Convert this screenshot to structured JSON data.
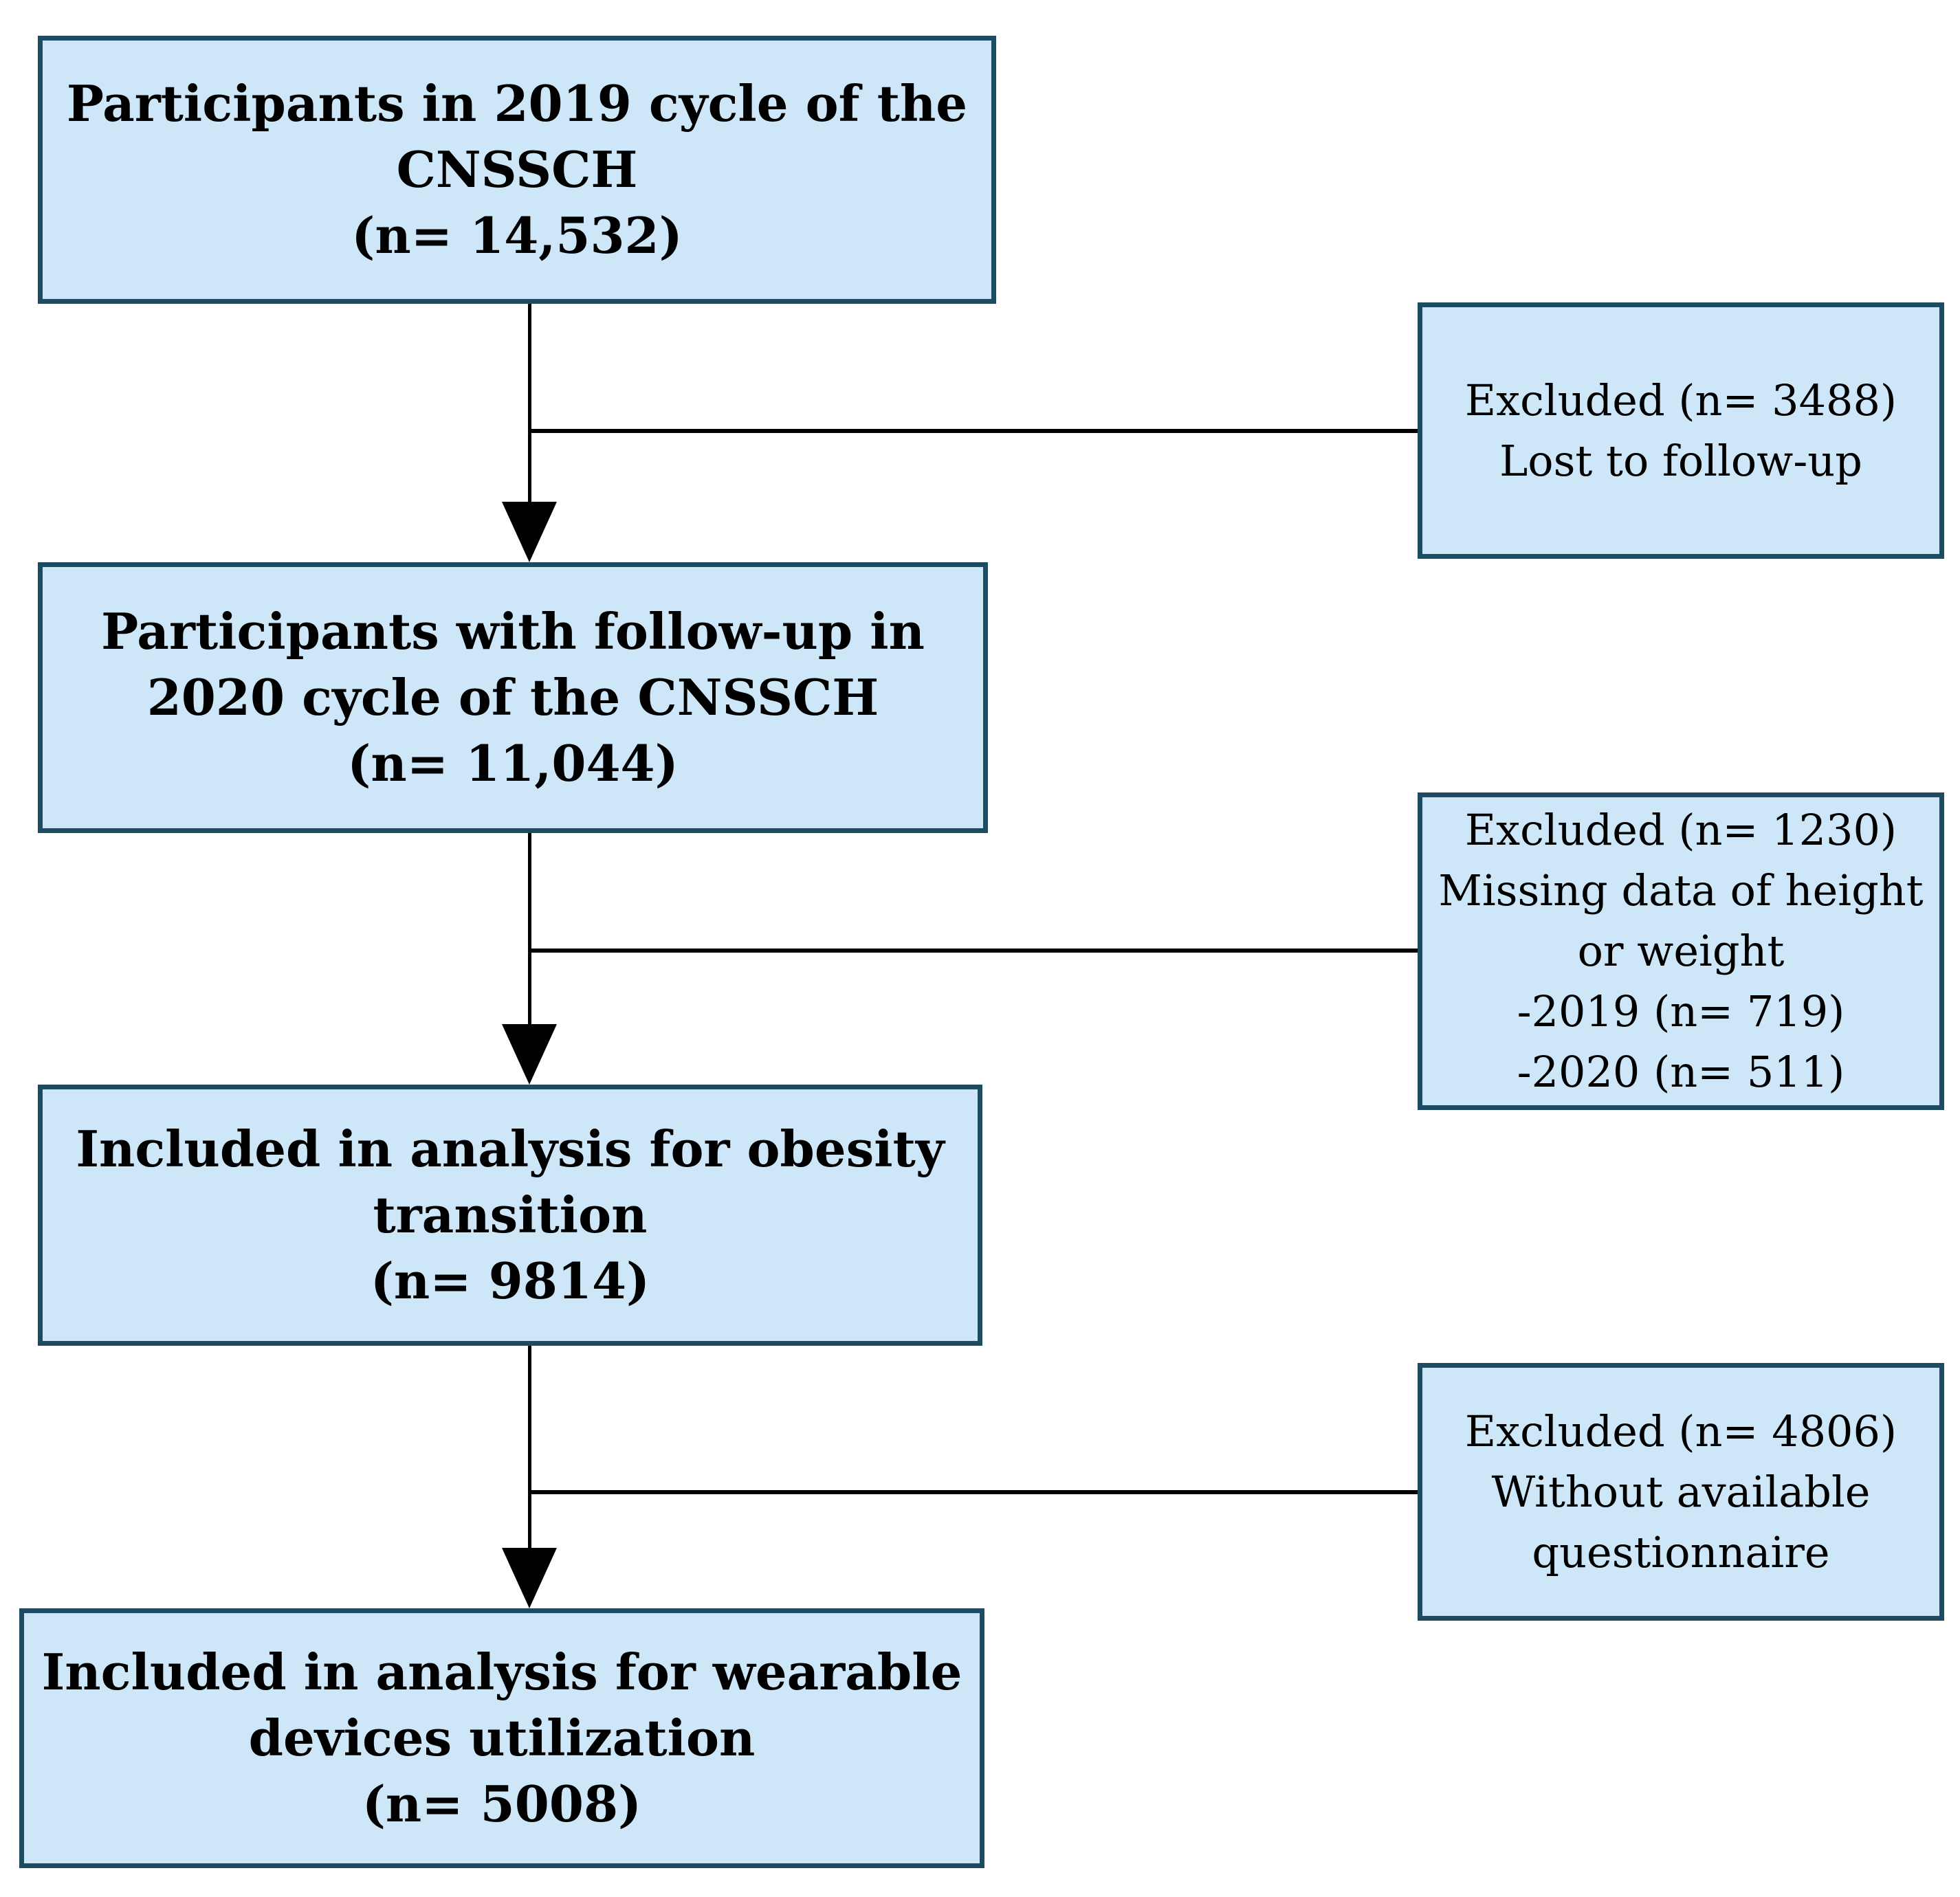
{
  "diagram": {
    "flow_boxes": [
      {
        "lines": [
          "Participants in 2019 cycle of the",
          "CNSSCH",
          "(n= 14,532)"
        ]
      },
      {
        "lines": [
          "Participants with follow-up in",
          "2020 cycle of the CNSSCH",
          "(n= 11,044)"
        ]
      },
      {
        "lines": [
          "Included in analysis for obesity",
          "transition",
          "(n= 9814)"
        ]
      },
      {
        "lines": [
          "Included in analysis for wearable",
          "devices utilization",
          "(n= 5008)"
        ]
      }
    ],
    "excluded_boxes": [
      {
        "lines": [
          "Excluded (n= 3488)",
          "Lost to follow-up"
        ]
      },
      {
        "lines": [
          "Excluded (n= 1230)",
          "Missing data of height",
          "or weight",
          "-2019 (n= 719)",
          "-2020 (n= 511)"
        ]
      },
      {
        "lines": [
          "Excluded (n= 4806)",
          "Without available",
          "questionnaire"
        ]
      }
    ],
    "colors": {
      "box_fill": "#cde7f8",
      "box_border": "#1d4b61",
      "line": "#000000",
      "text": "#000000",
      "background": "#ffffff"
    }
  }
}
